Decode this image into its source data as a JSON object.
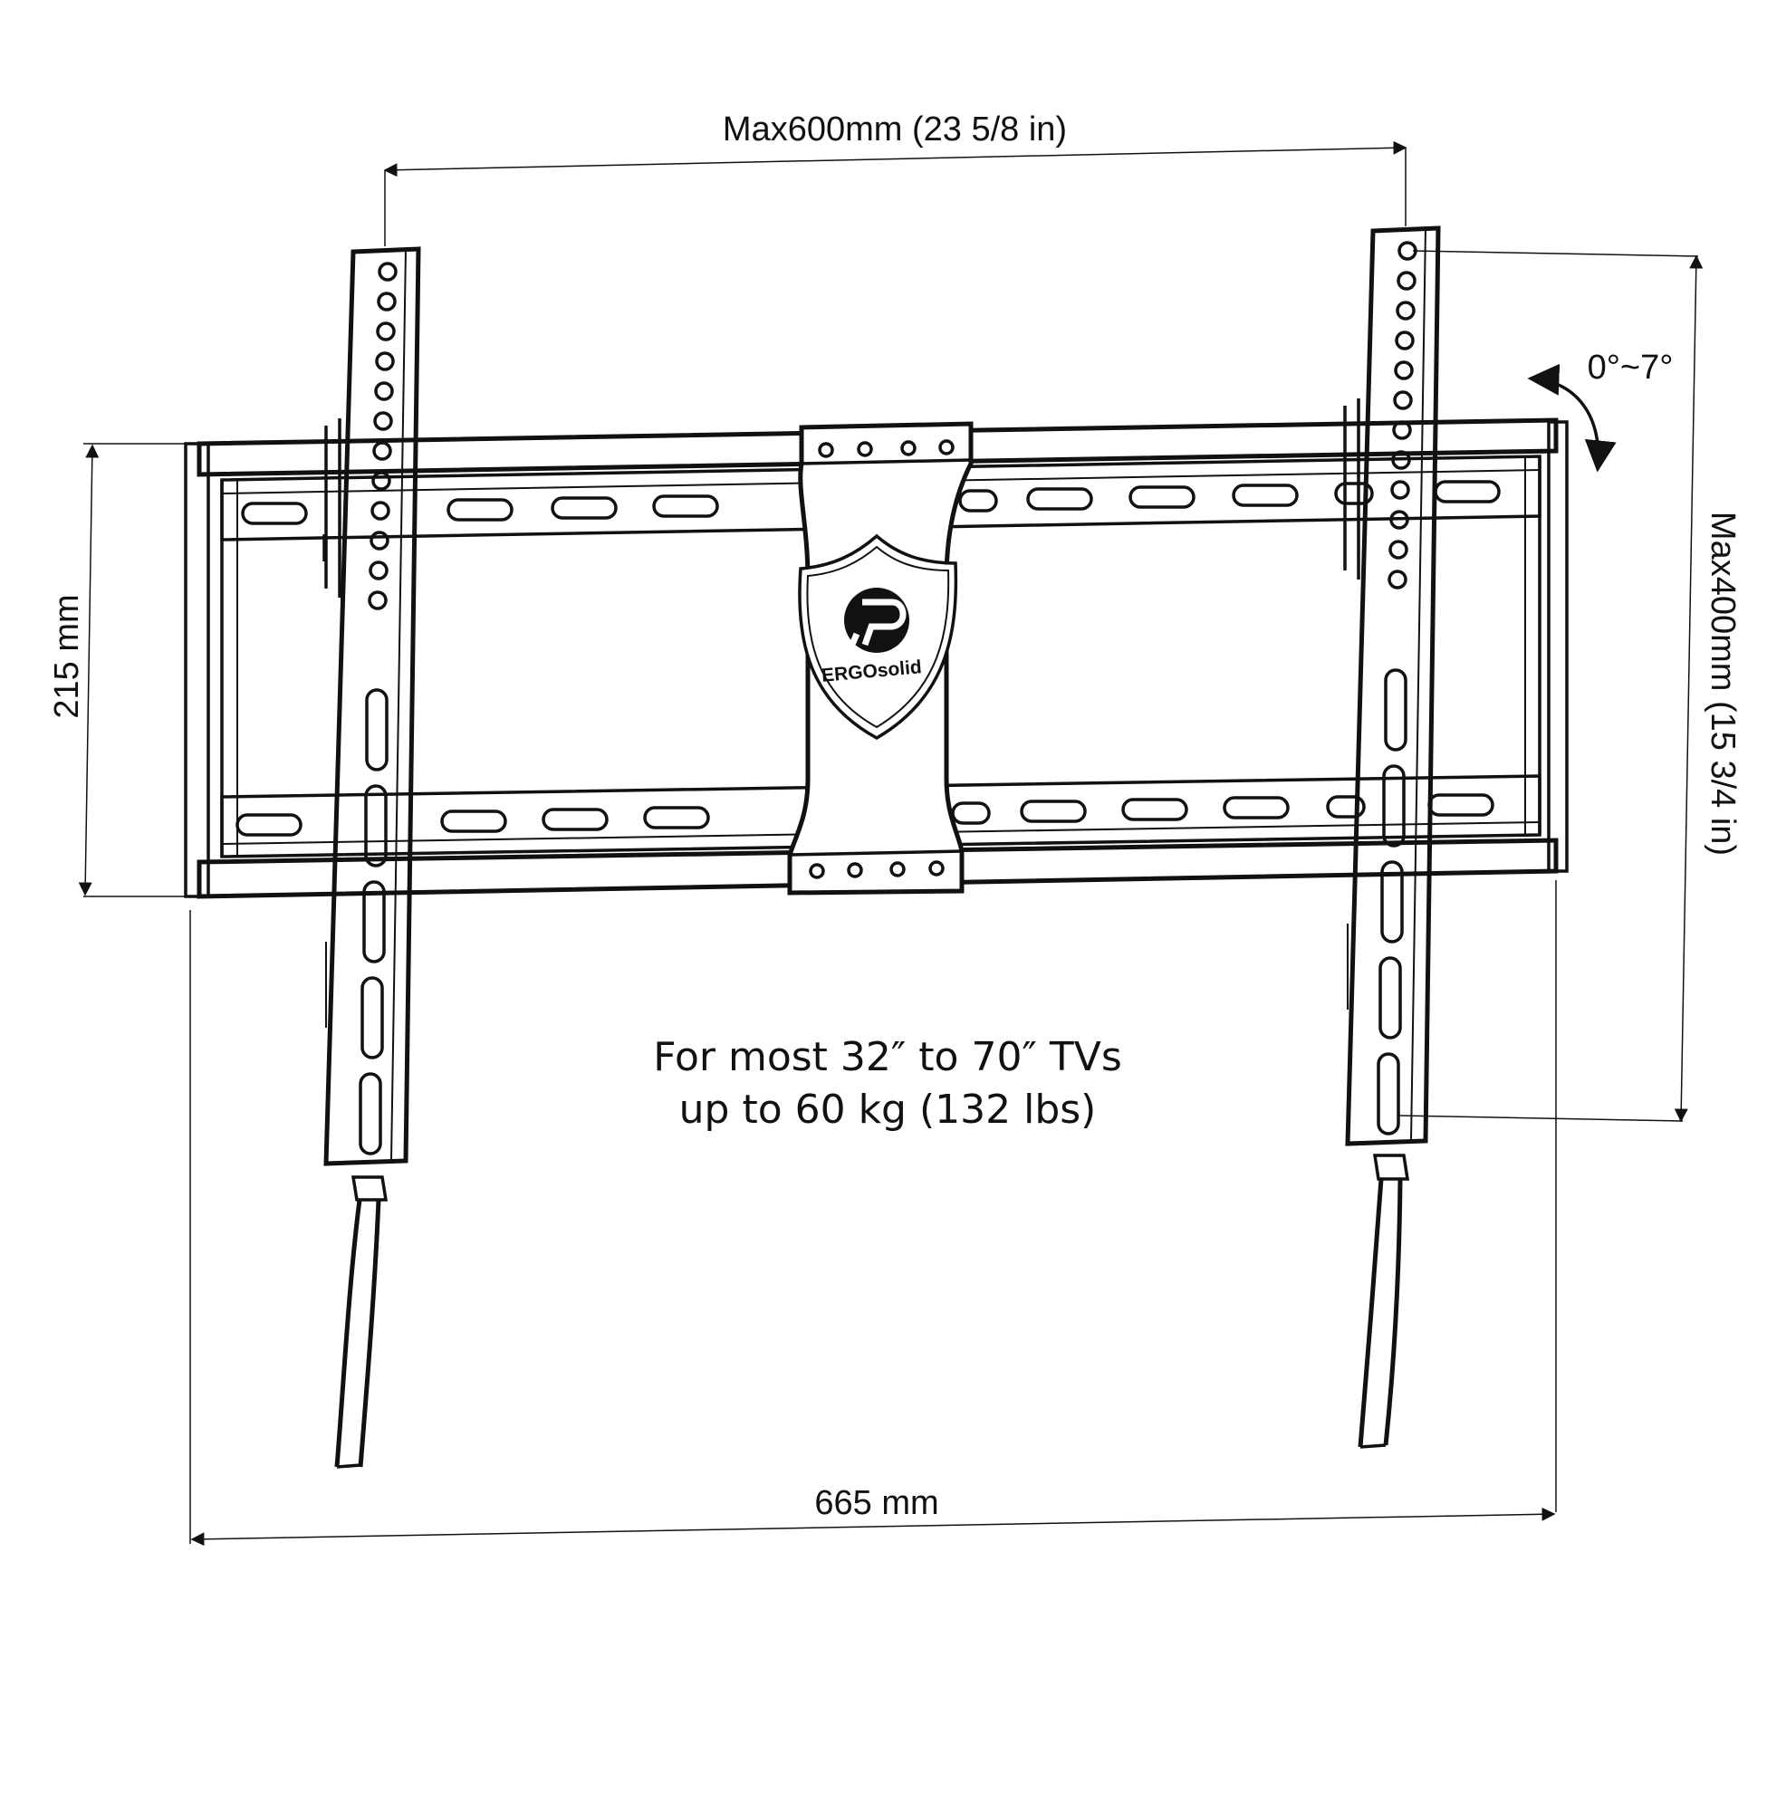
{
  "dimensions": {
    "top_width": "Max600mm (23 5/8 in)",
    "right_height": "Max400mm (15 3/4 in)",
    "left_height": "215 mm",
    "bottom_width": "665 mm",
    "tilt": "0°~7°"
  },
  "note": {
    "line1": "For most 32″ to 70″ TVs",
    "line2": "up to 60 kg (132 lbs)"
  },
  "brand": {
    "name": "ERGOsolid"
  }
}
